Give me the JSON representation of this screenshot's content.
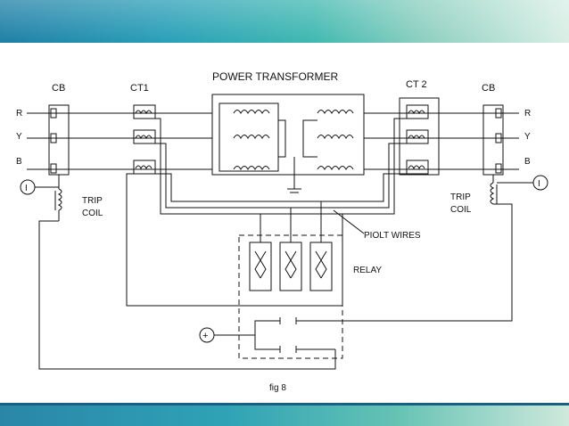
{
  "diagram": {
    "title": "POWER TRANSFORMER",
    "left_cb": "CB",
    "right_cb": "CB",
    "ct1": "CT1",
    "ct2": "CT 2",
    "phases_left": [
      "R",
      "Y",
      "B"
    ],
    "phases_right": [
      "R",
      "Y",
      "B"
    ],
    "trip_coil_left": [
      "TRIP",
      "COIL"
    ],
    "trip_coil_right": [
      "TRIP",
      "COIL"
    ],
    "supply_symbol_left": "I",
    "supply_symbol_right": "I",
    "plus_symbol": "+",
    "pilot_wires": "PIOLT WIRES",
    "relay": "RELAY",
    "caption": "fig 8",
    "colors": {
      "line": "#111111",
      "banner": "#2aa0b8"
    }
  }
}
